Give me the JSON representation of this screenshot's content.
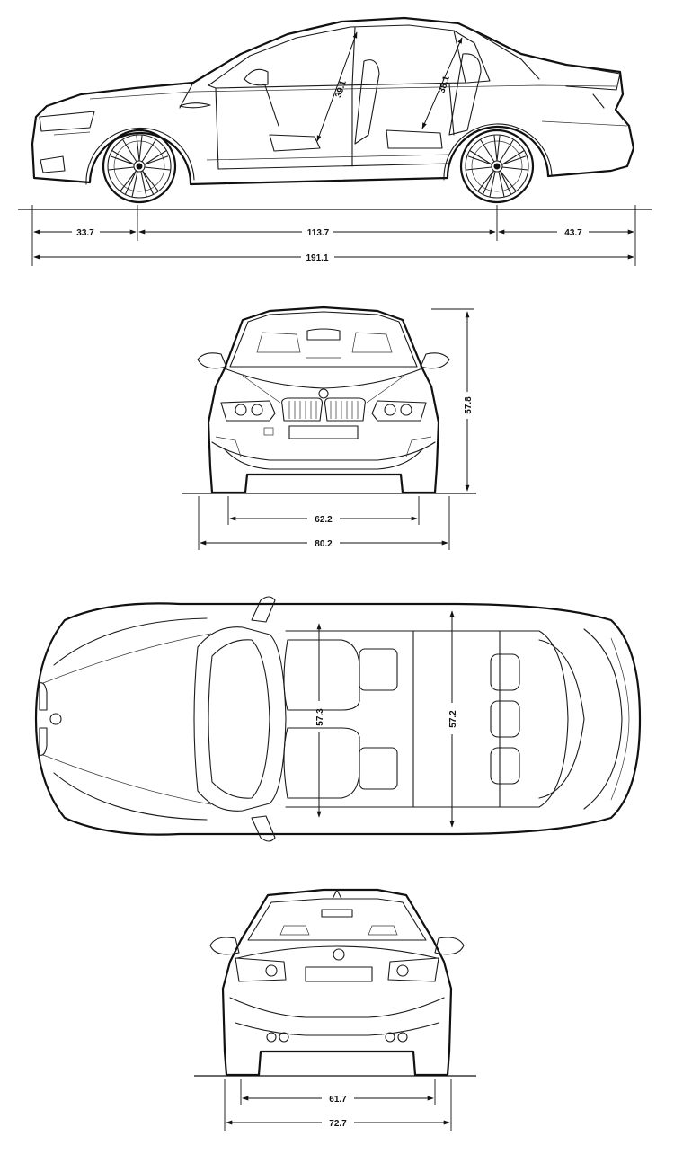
{
  "side_view": {
    "front_overhang": "33.7",
    "wheelbase": "113.7",
    "rear_overhang": "43.7",
    "overall_length": "191.1",
    "front_headroom": "39.1",
    "rear_headroom": "38.1"
  },
  "front_view": {
    "height": "57.8",
    "front_track": "62.2",
    "overall_width": "80.2"
  },
  "top_view": {
    "front_shoulder_room": "57.3",
    "rear_shoulder_room": "57.2"
  },
  "rear_view": {
    "rear_track": "61.7",
    "body_width": "72.7"
  }
}
